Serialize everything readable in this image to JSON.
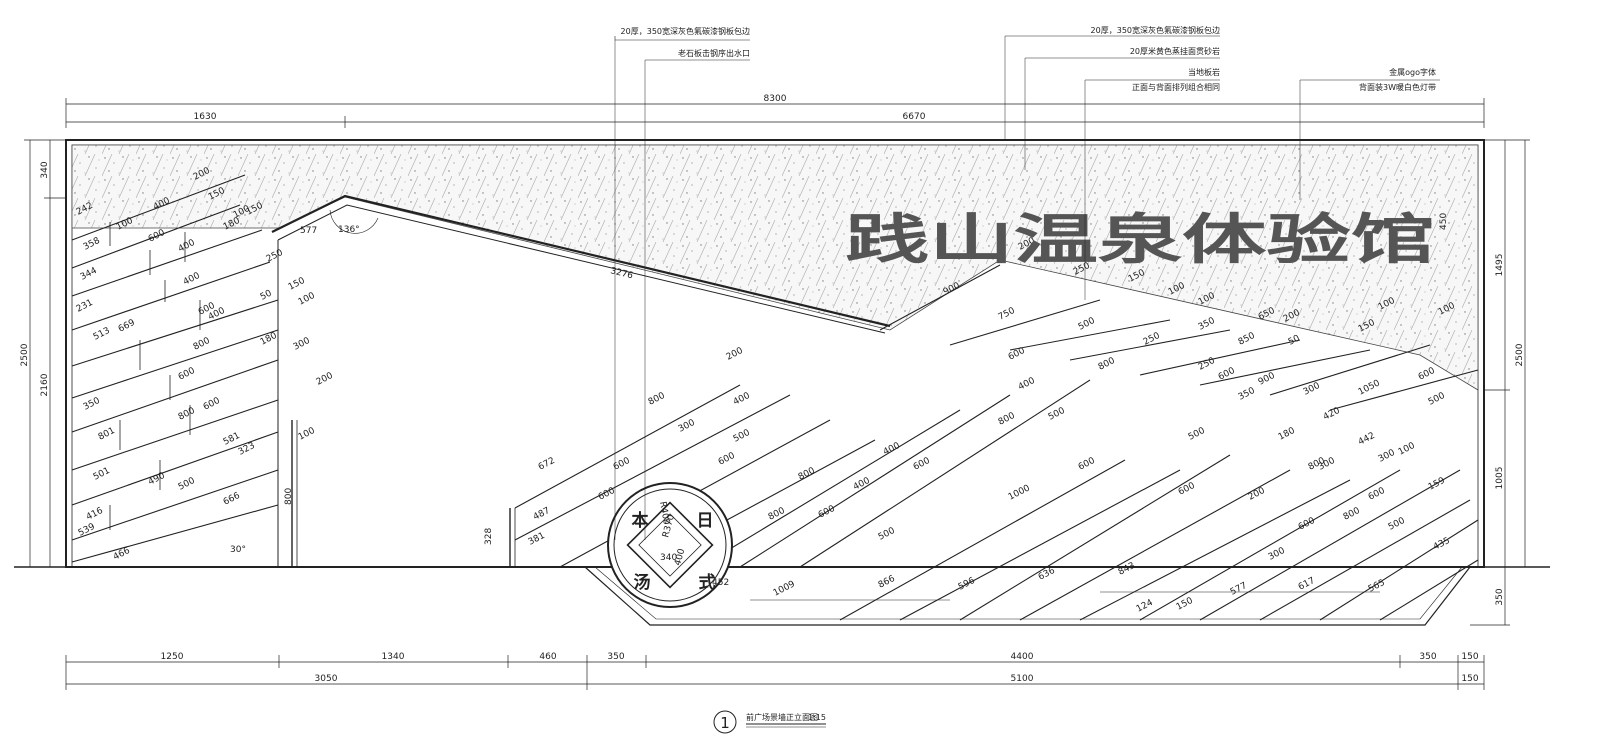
{
  "title": {
    "number": "1",
    "text": "前广场景墙正立面图",
    "scale": "1:15"
  },
  "sign_text": "践山温泉体验馆",
  "medallion_chars": [
    "日",
    "本",
    "式",
    "汤"
  ],
  "callouts": [
    "20厚，350宽深灰色氟碳漆钢板包边",
    "老石板击钢序出水口",
    "20厚，350宽深灰色氟碳漆钢板包边",
    "20厚米黄色蒸挂面贯砂岩",
    "当地板岩",
    "正面与背面排列组合相同",
    "金属ogo字体",
    "背面装3W暖白色灯带"
  ],
  "dimensions": {
    "top_total": "8300",
    "top_left": "1630",
    "top_right": "6670",
    "bottom_row1": [
      "1250",
      "1340",
      "460",
      "350",
      "4400",
      "350",
      "150"
    ],
    "bottom_row2": [
      "3050",
      "5100",
      "150"
    ],
    "left_outer": "2500",
    "left_top": "340",
    "left_inner": "2160",
    "right_outer": "2500",
    "right_top": "1495",
    "right_bottom": "1005",
    "right_below": "350",
    "slope_length": "3276",
    "slope_start": "577",
    "angle": "136°",
    "angle_bottom": "30°",
    "letter_height": "450",
    "pier_height": "800",
    "pier_left": "328",
    "medal_r1": "R400",
    "medal_r2": "R370",
    "medal_in1": "340",
    "medal_in2": "400",
    "medal_in3": "452"
  },
  "left_pieces": [
    "242",
    "358",
    "344",
    "231",
    "513",
    "669",
    "350",
    "801",
    "501",
    "416",
    "539",
    "466",
    "100",
    "600",
    "400",
    "400",
    "400",
    "600",
    "800",
    "400",
    "600",
    "600",
    "800",
    "180",
    "150",
    "100",
    "200",
    "150",
    "250",
    "150",
    "100",
    "50",
    "300",
    "200",
    "100",
    "180",
    "581",
    "323",
    "666",
    "490",
    "500"
  ],
  "right_pieces": [
    "672",
    "487",
    "381",
    "800",
    "200",
    "300",
    "600",
    "600",
    "400",
    "500",
    "800",
    "600",
    "800",
    "600",
    "400",
    "500",
    "400",
    "600",
    "1000",
    "800",
    "600",
    "800",
    "500",
    "600",
    "600",
    "300",
    "600",
    "800",
    "1009",
    "866",
    "596",
    "636",
    "843",
    "124",
    "150",
    "577",
    "617",
    "565",
    "435",
    "900",
    "750",
    "600",
    "500",
    "400",
    "250",
    "350",
    "500",
    "250",
    "650",
    "850",
    "900",
    "1050",
    "600",
    "500",
    "442",
    "300",
    "159",
    "200",
    "250",
    "150",
    "100",
    "100",
    "200",
    "50",
    "150",
    "100",
    "300",
    "420",
    "180",
    "200",
    "100",
    "800",
    "600",
    "500",
    "300",
    "350",
    "100"
  ]
}
